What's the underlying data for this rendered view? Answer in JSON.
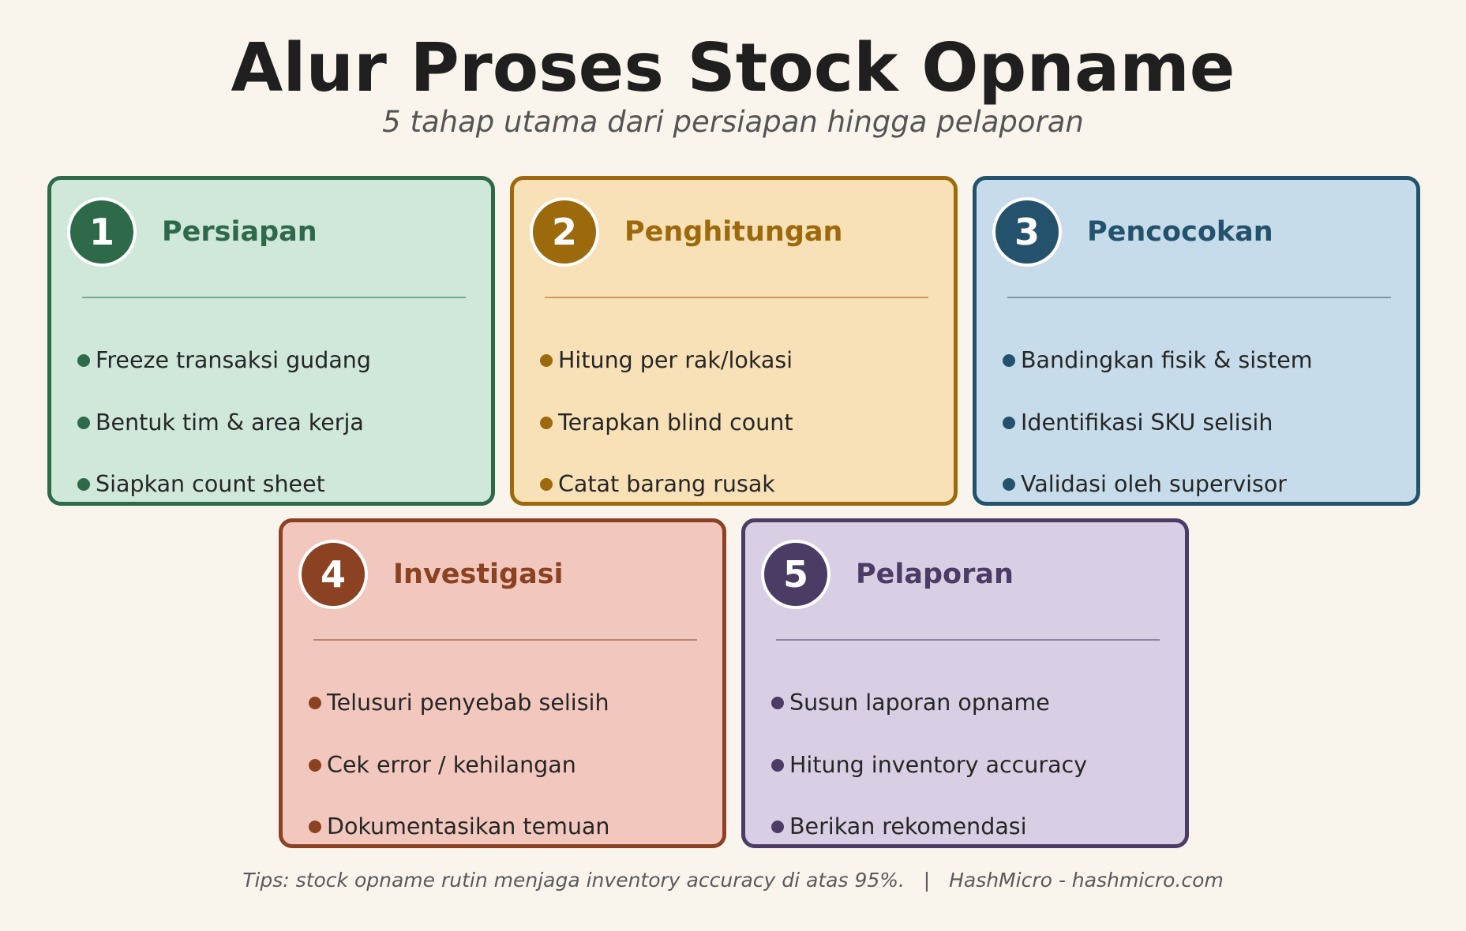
{
  "header": {
    "title": "Alur Proses Stock Opname",
    "subtitle": "5 tahap utama dari persiapan hingga pelaporan"
  },
  "steps": [
    {
      "number": "1",
      "title": "Persiapan",
      "items": [
        "Freeze transaksi gudang",
        "Bentuk tim & area kerja",
        "Siapkan count sheet"
      ],
      "colors": {
        "accent": "#2e6a4a",
        "fill": "#cfe8da",
        "divider": "#7aaa8e"
      }
    },
    {
      "number": "2",
      "title": "Penghitungan",
      "items": [
        "Hitung per rak/lokasi",
        "Terapkan blind count",
        "Catat barang rusak"
      ],
      "colors": {
        "accent": "#9c6a0c",
        "fill": "#f8e1b7",
        "divider": "#cca05c"
      }
    },
    {
      "number": "3",
      "title": "Pencocokan",
      "items": [
        "Bandingkan fisik & sistem",
        "Identifikasi SKU selisih",
        "Validasi oleh supervisor"
      ],
      "colors": {
        "accent": "#24526c",
        "fill": "#c7dcea",
        "divider": "#7897ab"
      }
    },
    {
      "number": "4",
      "title": "Investigasi",
      "items": [
        "Telusuri penyebab selisih",
        "Cek error / kehilangan",
        "Dokumentasikan temuan"
      ],
      "colors": {
        "accent": "#8b4222",
        "fill": "#f2c8be",
        "divider": "#bd846f"
      }
    },
    {
      "number": "5",
      "title": "Pelaporan",
      "items": [
        "Susun laporan opname",
        "Hitung inventory accuracy",
        "Berikan rekomendasi"
      ],
      "colors": {
        "accent": "#4b3c66",
        "fill": "#d8cfe4",
        "divider": "#8e86a0"
      }
    }
  ],
  "footer": {
    "text": "Tips: stock opname rutin menjaga inventory accuracy di atas 95%.   |   HashMicro - hashmicro.com"
  },
  "colors": {
    "background": "#faf5ec",
    "title": "#1f1f1f",
    "subtitle": "#555555",
    "body_text": "#262626"
  }
}
